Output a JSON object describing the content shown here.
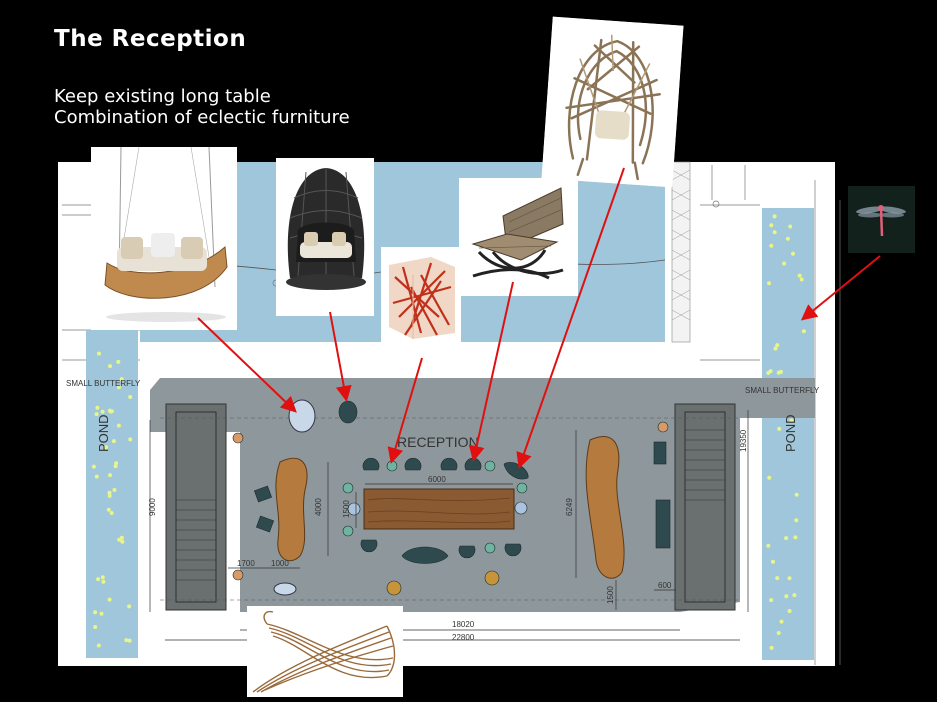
{
  "slide": {
    "title": "The Reception",
    "subtitle_lines": [
      "Keep existing long table",
      "Combination of eclectic furniture"
    ]
  },
  "plan": {
    "reception_label": "RECEPTION",
    "pond_left": "POND",
    "pond_right": "POND",
    "butterfly_left": "SMALL BUTTERFLY",
    "butterfly_right": "SMALL BUTTERFLY",
    "dims": {
      "table_length": "6000",
      "table_width": "1500",
      "left_seating": "4000",
      "left_stair": "9000",
      "right_seating": "6249",
      "right_side": "19350",
      "bottom_a": "1700",
      "bottom_b": "1000",
      "inner_width": "18020",
      "total_width": "22800",
      "bottom_right": "1500",
      "small_right": "600"
    }
  },
  "photos": [
    {
      "name": "hanging-swing-sofa"
    },
    {
      "name": "woven-cocoon-daybed"
    },
    {
      "name": "red-resin-cube-stool"
    },
    {
      "name": "wood-lounge-chair"
    },
    {
      "name": "driftwood-nest-chair"
    },
    {
      "name": "dragonfly"
    },
    {
      "name": "bentwood-lounger"
    }
  ],
  "colors": {
    "background": "#000000",
    "water": "#9fc6da",
    "floor": "#8e989c",
    "arrow": "#e01010",
    "seat": "#2f4a4e",
    "firefly": "#e8f58a"
  }
}
